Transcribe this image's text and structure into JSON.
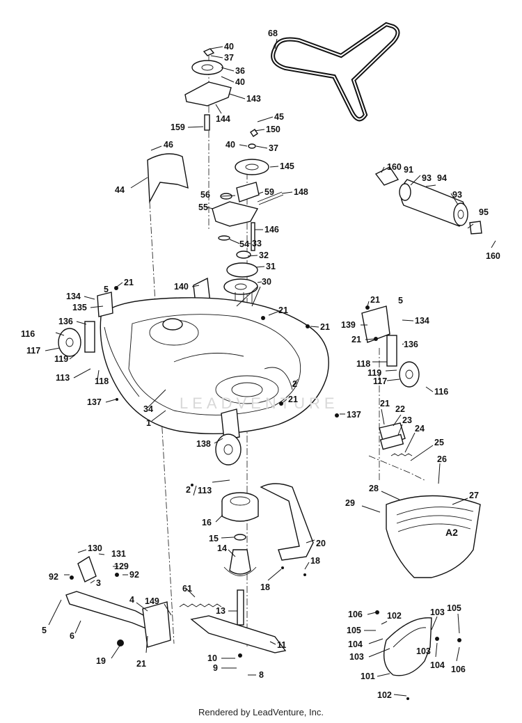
{
  "footer_text": "Rendered by LeadVenture, Inc.",
  "watermark_text": "LEADVENTURE",
  "labels": [
    "40",
    "37",
    "36",
    "40",
    "143",
    "144",
    "159",
    "45",
    "150",
    "40",
    "37",
    "145",
    "46",
    "44",
    "68",
    "160",
    "91",
    "93",
    "94",
    "93",
    "95",
    "160",
    "56",
    "59",
    "148",
    "55",
    "146",
    "54",
    "33",
    "32",
    "31",
    "30",
    "140",
    "134",
    "5",
    "21",
    "135",
    "21",
    "136",
    "116",
    "117",
    "119",
    "113",
    "118",
    "137",
    "34",
    "1",
    "21",
    "139",
    "21",
    "5",
    "134",
    "21",
    "136",
    "118",
    "119",
    "117",
    "116",
    "2",
    "21",
    "137",
    "21",
    "22",
    "23",
    "24",
    "25",
    "26",
    "27",
    "28",
    "29",
    "138",
    "113",
    "2",
    "16",
    "15",
    "14",
    "20",
    "18",
    "18",
    "130",
    "131",
    "129",
    "92",
    "92",
    "3",
    "5",
    "6",
    "4",
    "149",
    "61",
    "13",
    "11",
    "10",
    "9",
    "8",
    "19",
    "21",
    "106",
    "102",
    "103",
    "105",
    "105",
    "104",
    "103",
    "104",
    "106",
    "103",
    "101",
    "102"
  ]
}
